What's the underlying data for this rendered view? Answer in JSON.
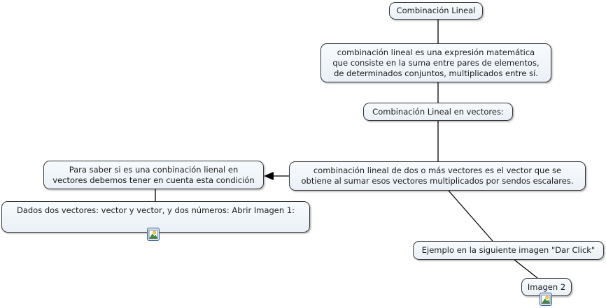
{
  "diagram": {
    "type": "concept-map",
    "background": "#ffffff",
    "colors": {
      "node_fill_top": "#f8fbfd",
      "node_fill_bottom": "#eaf0f6",
      "node_border": "#363636",
      "node_text": "#1c1c1c",
      "connector": "#000000",
      "icon_border": "#2f5fa5",
      "icon_background": "#d6e4f5",
      "icon_sun": "#ffd633",
      "icon_mountain": "#3f8f3f"
    },
    "nodes": {
      "root": {
        "label": "Combinación Lineal"
      },
      "definition": {
        "label": "combinación lineal es una expresión matemática\nque consiste en la suma entre pares de elementos,\nde determinados conjuntos, multiplicados entre sí."
      },
      "vectors": {
        "label": "Combinación Lineal en vectores:"
      },
      "vector_definition": {
        "label": "combinación lineal de dos o más vectores es el vector que se\nobtiene al sumar esos vectores multiplicados por sendos escalares."
      },
      "condition": {
        "label": "Para saber si es una conbinación lienal en\nvectores debemos tener en cuenta esta condición"
      },
      "given_vectors": {
        "label": "Dados dos vectores: vector y vector, y dos números: Abrir Imagen 1:"
      },
      "example": {
        "label": "Ejemplo en la siguiente imagen \"Dar Click\""
      },
      "image2": {
        "label": "Imagen 2"
      }
    },
    "edges": [
      {
        "from": "root",
        "to": "definition",
        "arrow": false
      },
      {
        "from": "definition",
        "to": "vectors",
        "arrow": false
      },
      {
        "from": "vectors",
        "to": "vector_definition",
        "arrow": false
      },
      {
        "from": "vector_definition",
        "to": "condition",
        "arrow": true
      },
      {
        "from": "condition",
        "to": "given_vectors",
        "arrow": false
      },
      {
        "from": "vector_definition",
        "to": "example",
        "arrow": false
      },
      {
        "from": "example",
        "to": "image2",
        "arrow": false
      }
    ],
    "icons": {
      "resource1": "image-resource-icon",
      "resource2": "image-resource-icon"
    }
  }
}
